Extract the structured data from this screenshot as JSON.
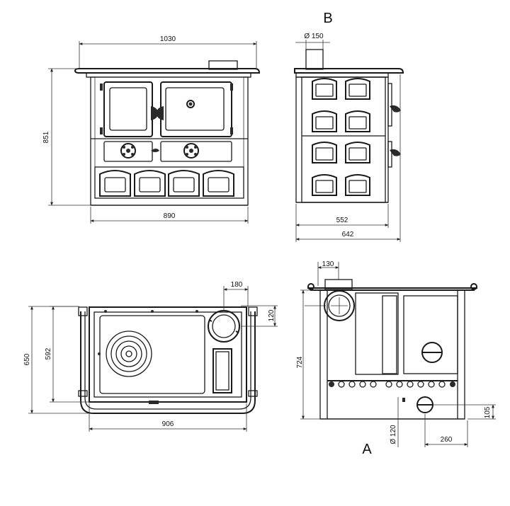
{
  "views": {
    "front": {
      "width_top": "1030",
      "height": "851",
      "width_base": "890"
    },
    "side": {
      "label": "B",
      "flue_diameter": "Ø 150",
      "depth_base": "552",
      "depth_total": "642"
    },
    "top": {
      "flue_offset_x": "180",
      "flue_offset_y": "120",
      "depth_total": "650",
      "depth_inner": "592",
      "width": "906"
    },
    "rear": {
      "label": "A",
      "flue_offset_x": "130",
      "flue_height": "724",
      "air_inlet_diameter": "Ø 120",
      "air_inlet_height": "105",
      "air_inlet_offset": "260"
    }
  }
}
